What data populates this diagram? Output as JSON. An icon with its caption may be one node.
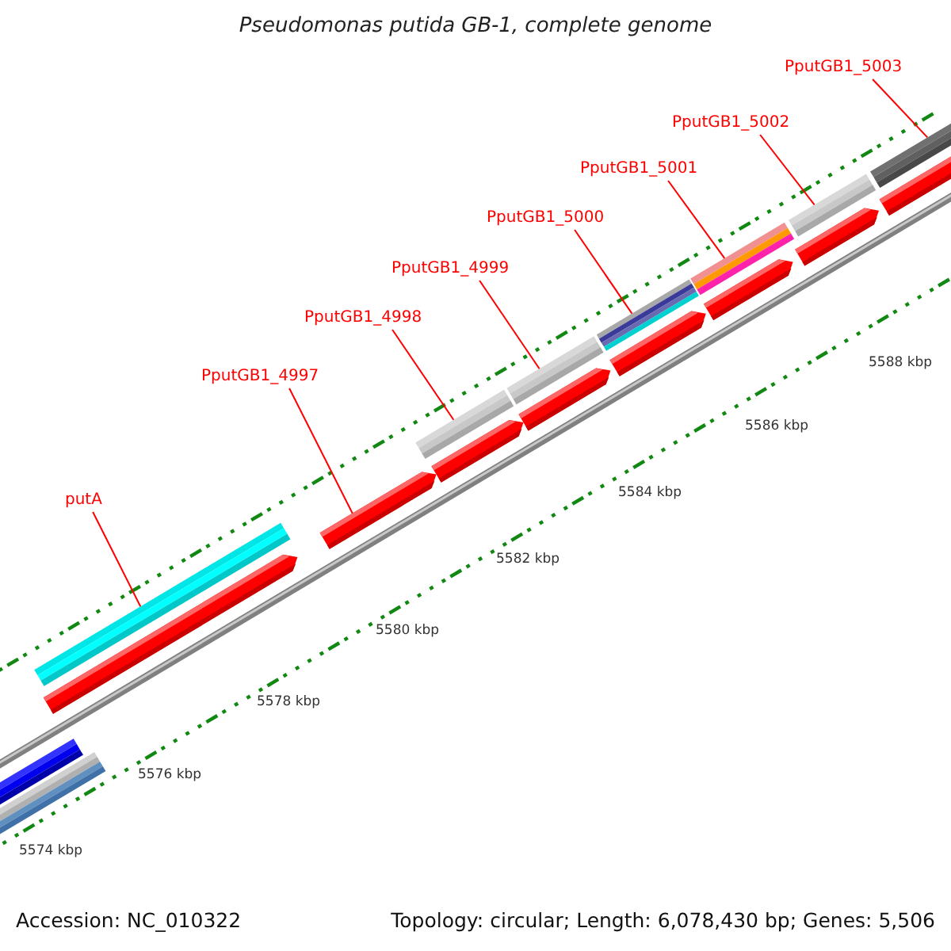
{
  "diagram": {
    "title": "Pseudomonas putida GB-1, complete genome",
    "nodes": [
      {
        "text": [
          "PputGB1_5003"
        ]
      },
      {
        "text": [
          "PputGB1_5002"
        ]
      },
      {
        "text": [
          "PputGB1_5001"
        ]
      },
      {
        "text": [
          "PputGB1_5000"
        ]
      },
      {
        "text": [
          "PputGB1_4999"
        ]
      },
      {
        "text": [
          "PputGB1_4998"
        ]
      },
      {
        "text": [
          "PputGB1_4997"
        ]
      },
      {
        "text": [
          "putA"
        ]
      },
      {
        "text": [],
        "shape": "bar"
      },
      {
        "text": [],
        "shape": "arrow"
      },
      {
        "text": [],
        "shape": "bar"
      },
      {
        "text": [],
        "shape": "bar"
      },
      {
        "text": [],
        "shape": "bar"
      },
      {
        "text": [],
        "shape": "bar"
      },
      {
        "text": [],
        "shape": "bar"
      },
      {
        "text": [],
        "shape": "bar"
      }
    ],
    "edges": [
      {
        "from": 7,
        "to": 8,
        "arrow": "none"
      },
      {
        "from": 6,
        "to": 9,
        "arrow": "none"
      },
      {
        "from": 5,
        "to": 10,
        "arrow": "none"
      },
      {
        "from": 4,
        "to": 11,
        "arrow": "none"
      },
      {
        "from": 3,
        "to": 12,
        "arrow": "none"
      },
      {
        "from": 2,
        "to": 13,
        "arrow": "none"
      },
      {
        "from": 1,
        "to": 14,
        "arrow": "none"
      },
      {
        "from": 0,
        "to": 15,
        "arrow": "none"
      }
    ],
    "labels": [
      "5574 kbp",
      "5576 kbp",
      "5578 kbp",
      "5580 kbp",
      "5582 kbp",
      "5584 kbp",
      "5586 kbp",
      "5588 kbp",
      "Accession: NC_010322",
      "Topology: circular; Length: 6,078,430 bp; Genes: 5,506"
    ]
  }
}
